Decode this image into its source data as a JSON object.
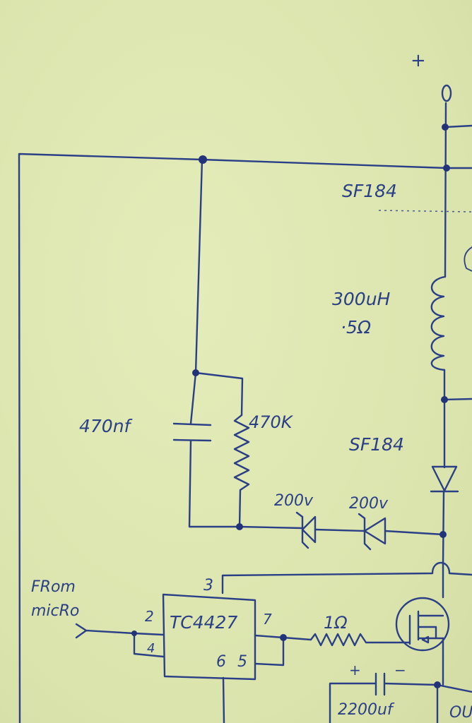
{
  "labels": {
    "plus_terminal": "+",
    "diode_top": "SF184",
    "inductor_value": "300uH",
    "inductor_resistance": "·5Ω",
    "diode_mid": "SF184",
    "capacitor": "470nf",
    "resistor": "470K",
    "zener_1": "200v",
    "zener_2": "200v",
    "input_line1": "FRom",
    "input_line2": "micRo",
    "ic_name": "TC4427",
    "pin_2": "2",
    "pin_3": "3",
    "pin_7": "7",
    "pin_6": "6",
    "pin_5": "5",
    "pin_4": "4",
    "gate_resistor": "1Ω",
    "cap_plus": "+",
    "cap_minus": "−",
    "cap_bottom": "2200uf",
    "cut_text": "OU"
  }
}
